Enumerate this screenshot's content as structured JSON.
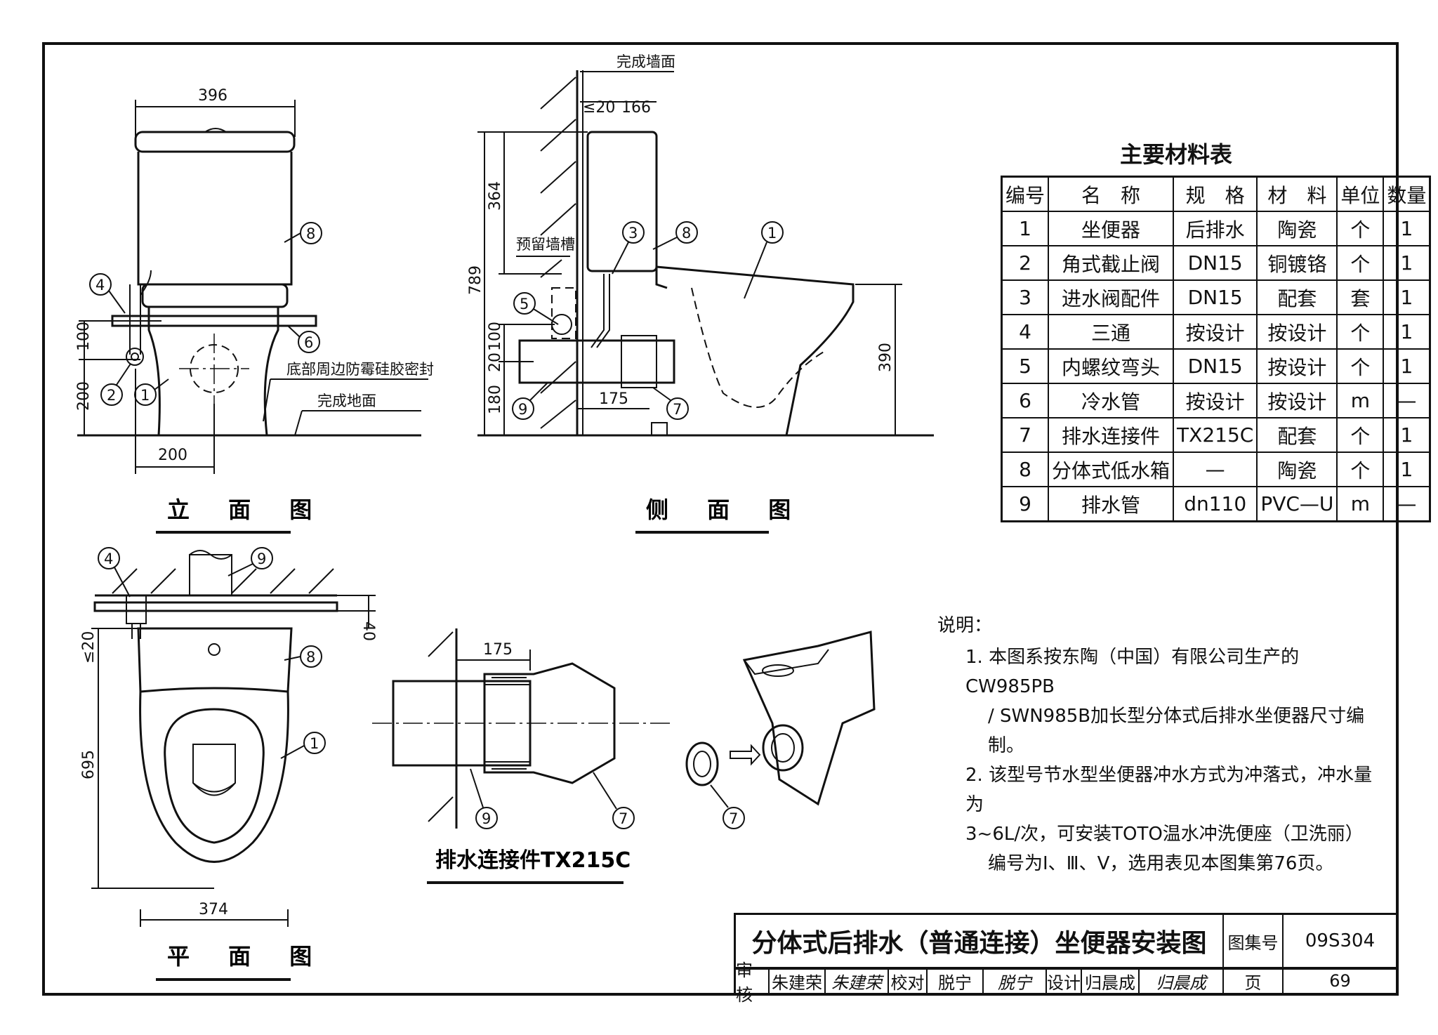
{
  "views": {
    "elevation": "立 面 图",
    "side": "侧 面 图",
    "plan": "平 面 图",
    "connector": "排水连接件TX215C"
  },
  "dims": {
    "elev_width": "396",
    "elev_100": "100",
    "elev_200v": "200",
    "elev_200h": "200",
    "side_finish_wall": "完成墙面",
    "side_gap": "≤20",
    "side_166": "166",
    "side_364": "364",
    "side_789": "789",
    "side_100": "100",
    "side_20": "20",
    "side_180": "180",
    "side_175": "175",
    "side_390": "390",
    "side_slot": "预留墙槽",
    "elev_seal": "底部周边防霉硅胶密封",
    "elev_floor": "完成地面",
    "plan_40": "40",
    "plan_gap": "≤20",
    "plan_695": "695",
    "plan_374": "374",
    "conn_175": "175"
  },
  "callouts": [
    "1",
    "2",
    "3",
    "4",
    "5",
    "6",
    "7",
    "8",
    "9"
  ],
  "materials": {
    "caption": "主要材料表",
    "headers": [
      "编号",
      "名　称",
      "规　格",
      "材　料",
      "单位",
      "数量"
    ],
    "rows": [
      [
        "1",
        "坐便器",
        "后排水",
        "陶瓷",
        "个",
        "1"
      ],
      [
        "2",
        "角式截止阀",
        "DN15",
        "铜镀铬",
        "个",
        "1"
      ],
      [
        "3",
        "进水阀配件",
        "DN15",
        "配套",
        "套",
        "1"
      ],
      [
        "4",
        "三通",
        "按设计",
        "按设计",
        "个",
        "1"
      ],
      [
        "5",
        "内螺纹弯头",
        "DN15",
        "按设计",
        "个",
        "1"
      ],
      [
        "6",
        "冷水管",
        "按设计",
        "按设计",
        "m",
        "—"
      ],
      [
        "7",
        "排水连接件",
        "TX215C",
        "配套",
        "个",
        "1"
      ],
      [
        "8",
        "分体式低水箱",
        "—",
        "陶瓷",
        "个",
        "1"
      ],
      [
        "9",
        "排水管",
        "dn110",
        "PVC—U",
        "m",
        "—"
      ]
    ]
  },
  "notes": {
    "heading": "说明：",
    "lines": [
      "1. 本图系按东陶（中国）有限公司生产的CW985PB",
      "/ SWN985B加长型分体式后排水坐便器尺寸编制。",
      "2. 该型号节水型坐便器冲水方式为冲落式，冲水量为",
      "3~6L/次，可安装TOTO温水冲洗便座（卫洗丽）",
      "编号为Ⅰ、Ⅲ、Ⅴ，选用表见本图集第76页。"
    ]
  },
  "titleblock": {
    "title": "分体式后排水（普通连接）坐便器安装图",
    "atlas_label": "图集号",
    "atlas_no": "09S304",
    "review_label": "审核",
    "review_name": "朱建荣",
    "check_label": "校对",
    "check_name": "脱宁",
    "design_label": "设计",
    "design_name": "归晨成",
    "page_label": "页",
    "page_no": "69"
  }
}
